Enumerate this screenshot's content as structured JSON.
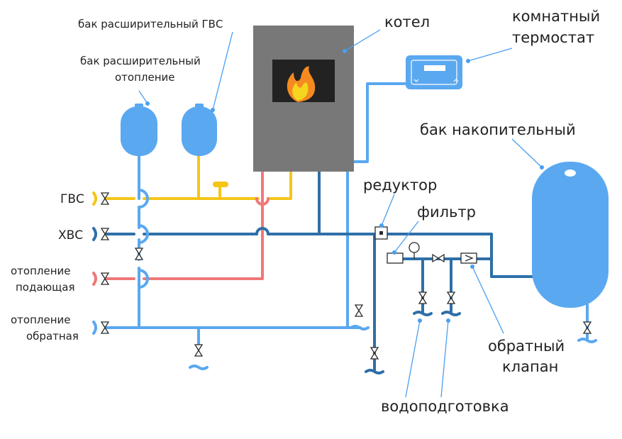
{
  "colors": {
    "dhw": "#f5c518",
    "cold": "#2e6fa8",
    "heat_supply": "#f07878",
    "heat_return": "#5aa8f0",
    "tank": "#5aa8f0",
    "boiler_body": "#787878",
    "leader": "#4a9ff0",
    "text": "#222222"
  },
  "icons": {
    "boiler": "boiler-icon",
    "flame": "flame-icon",
    "thermostat": "thermostat-icon",
    "valve": "ball-valve-icon",
    "filter": "filter-icon",
    "check_valve": "check-valve-icon",
    "gauge": "pressure-gauge-icon",
    "reducer": "pressure-reducer-icon",
    "drain": "drain-icon"
  },
  "labels": {
    "dhw_expansion_tank": "бак расширительный ГВС",
    "heating_expansion_tank_line1": "бак расширительный",
    "heating_expansion_tank_line2": "отопление",
    "boiler": "котел",
    "thermostat_line1": "комнатный",
    "thermostat_line2": "термостат",
    "storage_tank": "бак накопительный",
    "reducer": "редуктор",
    "filter": "фильтр",
    "check_valve_line1": "обратный",
    "check_valve_line2": "клапан",
    "water_treatment": "водоподготовка",
    "inlet_dhw": "ГВС",
    "inlet_cold": "ХВС",
    "heating_supply_line1": "отопление",
    "heating_supply_line2": "подающая",
    "heating_return_line1": "отопление",
    "heating_return_line2": "обратная"
  }
}
